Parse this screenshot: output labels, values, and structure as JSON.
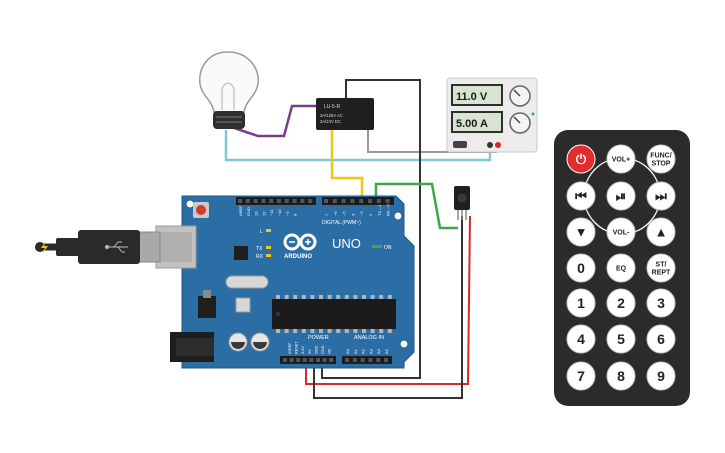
{
  "power_supply": {
    "voltage_display": "11.0 V",
    "current_display": "5.00 A"
  },
  "relay": {
    "model": "LU-5-R",
    "rating_1": "3A/125V AC",
    "rating_2": "3A/24V DC"
  },
  "arduino": {
    "logo_text": "ARDUINO",
    "model_text": "UNO",
    "digital_label": "DIGITAL (PWM~)",
    "power_label": "POWER",
    "analog_label": "ANALOG IN",
    "on_label": "ON",
    "tx_label": "TX",
    "rx_label": "RX",
    "l_label": "L",
    "top_pins": [
      "AREF",
      "GND",
      "13",
      "12",
      "~11",
      "~10",
      "~9",
      "8",
      "7",
      "~6",
      "~5",
      "4",
      "~3",
      "2",
      "TX→1",
      "RX←0"
    ],
    "power_pins": [
      "IOREF",
      "RESET",
      "3.3V",
      "5V",
      "GND",
      "GND",
      "Vin"
    ],
    "analog_pins": [
      "A0",
      "A1",
      "A2",
      "A3",
      "A4",
      "A5"
    ]
  },
  "remote": {
    "rows": [
      [
        {
          "label": "⏻",
          "name": "power"
        },
        {
          "label": "VOL+",
          "name": "vol-up"
        },
        {
          "label": "FUNC/\nSTOP",
          "name": "func-stop"
        }
      ],
      [
        {
          "label": "⏮",
          "name": "prev"
        },
        {
          "label": "⏯",
          "name": "play-pause"
        },
        {
          "label": "⏭",
          "name": "next"
        }
      ],
      [
        {
          "label": "▼",
          "name": "down"
        },
        {
          "label": "VOL-",
          "name": "vol-down"
        },
        {
          "label": "▲",
          "name": "up"
        }
      ],
      [
        {
          "label": "0",
          "name": "digit-0"
        },
        {
          "label": "EQ",
          "name": "eq"
        },
        {
          "label": "ST/\nREPT",
          "name": "st-rept"
        }
      ],
      [
        {
          "label": "1",
          "name": "digit-1"
        },
        {
          "label": "2",
          "name": "digit-2"
        },
        {
          "label": "3",
          "name": "digit-3"
        }
      ],
      [
        {
          "label": "4",
          "name": "digit-4"
        },
        {
          "label": "5",
          "name": "digit-5"
        },
        {
          "label": "6",
          "name": "digit-6"
        }
      ],
      [
        {
          "label": "7",
          "name": "digit-7"
        },
        {
          "label": "8",
          "name": "digit-8"
        },
        {
          "label": "9",
          "name": "digit-9"
        }
      ]
    ]
  },
  "colors": {
    "board_blue": "#2b6ea6",
    "wire_purple": "#7a3b8f",
    "wire_teal": "#7fc9cf",
    "wire_yellow": "#f0c419",
    "wire_green": "#3aa94a",
    "wire_black": "#333333",
    "wire_red": "#d62a2a",
    "remote_body": "#2b2b2b",
    "power_button": "#e02d2d"
  }
}
